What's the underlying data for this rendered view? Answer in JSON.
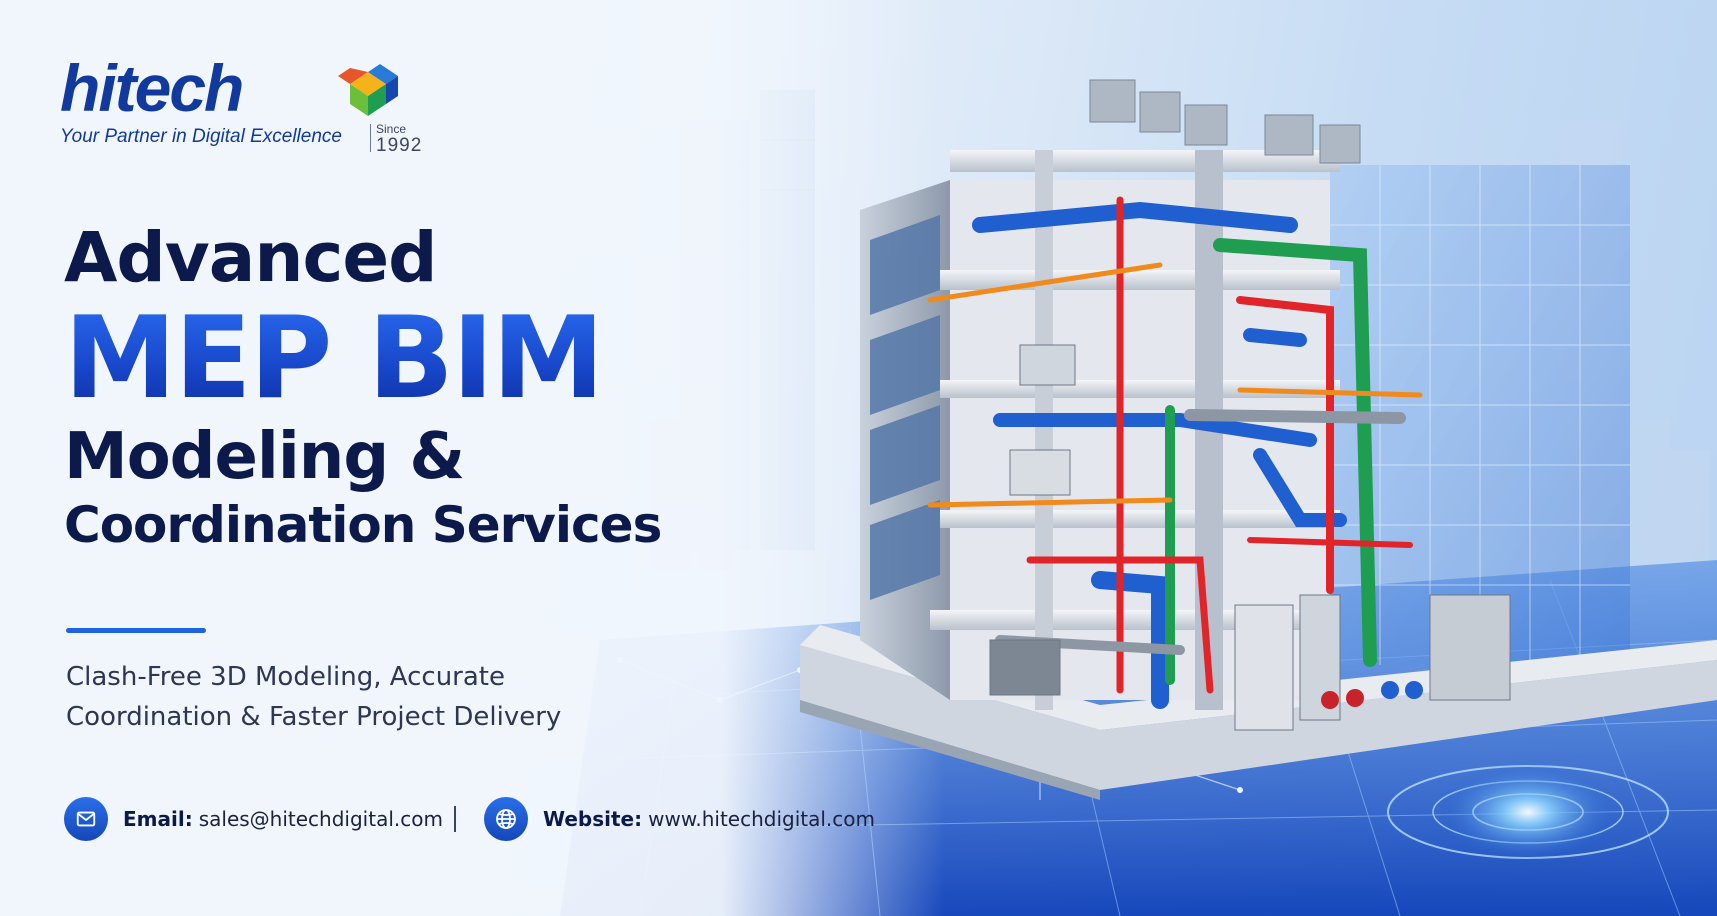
{
  "brand": {
    "wordmark": "hitech",
    "tagline": "Your Partner in Digital Excellence",
    "since_label": "Since",
    "since_year": "1992",
    "mark_icon": "cube-logo-icon"
  },
  "headline": {
    "line1": "Advanced",
    "line2": "MEP BIM",
    "line3": "Modeling &",
    "line4": "Coordination Services"
  },
  "subheadline": {
    "line1": "Clash-Free 3D Modeling, Accurate",
    "line2": "Coordination & Faster Project Delivery"
  },
  "contact": {
    "email": {
      "icon": "envelope-icon",
      "label": "Email:",
      "value": "sales@hitechdigital.com"
    },
    "website": {
      "icon": "globe-icon",
      "label": "Website:",
      "value": "www.hitechdigital.com"
    }
  },
  "colors": {
    "navy": "#0b1a4a",
    "brand_blue": "#123a9c",
    "accent_blue": "#1e63e0",
    "pipe_red": "#e0242a",
    "pipe_green": "#1f9e52",
    "pipe_blue": "#1f5fd0",
    "pipe_orange": "#f08a1c"
  },
  "illustration": {
    "subject": "building-mep-model-illustration"
  }
}
